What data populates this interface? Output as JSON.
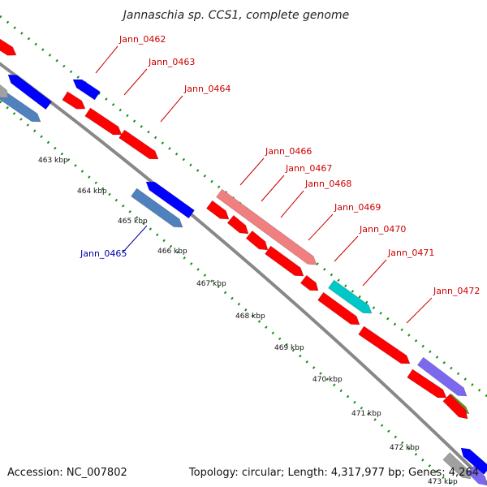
{
  "title": "Jannaschia sp. CCS1, complete genome",
  "footer": {
    "accession": "Accession: NC_007802",
    "summary": "Topology: circular; Length: 4,317,977 bp; Genes: 4,264"
  },
  "colors": {
    "red": "#ff0000",
    "blue": "#0000ff",
    "steel": "#4f81bd",
    "salmon": "#f08080",
    "cyan": "#00c8c8",
    "purple": "#7b68ee",
    "olive": "#6b8e23",
    "gray": "#a0a0a0",
    "backbone": "#888888",
    "dots": "#1a8c1a",
    "label_red": "#cc0000",
    "label_blue": "#0000aa"
  },
  "ticks": [
    {
      "label": "463 kbp"
    },
    {
      "label": "464 kbp"
    },
    {
      "label": "465 kbp"
    },
    {
      "label": "466 kbp"
    },
    {
      "label": "467 kbp"
    },
    {
      "label": "468 kbp"
    },
    {
      "label": "469 kbp"
    },
    {
      "label": "470 kbp"
    },
    {
      "label": "471 kbp"
    },
    {
      "label": "472 kbp"
    },
    {
      "label": "473 kbp"
    }
  ],
  "gene_labels": [
    {
      "name": "Jann_0462",
      "color": "red"
    },
    {
      "name": "Jann_0463",
      "color": "red"
    },
    {
      "name": "Jann_0464",
      "color": "red"
    },
    {
      "name": "Jann_0465",
      "color": "blue"
    },
    {
      "name": "Jann_0466",
      "color": "red"
    },
    {
      "name": "Jann_0467",
      "color": "red"
    },
    {
      "name": "Jann_0468",
      "color": "red"
    },
    {
      "name": "Jann_0469",
      "color": "red"
    },
    {
      "name": "Jann_0470",
      "color": "red"
    },
    {
      "name": "Jann_0471",
      "color": "red"
    },
    {
      "name": "Jann_0472",
      "color": "red"
    }
  ]
}
